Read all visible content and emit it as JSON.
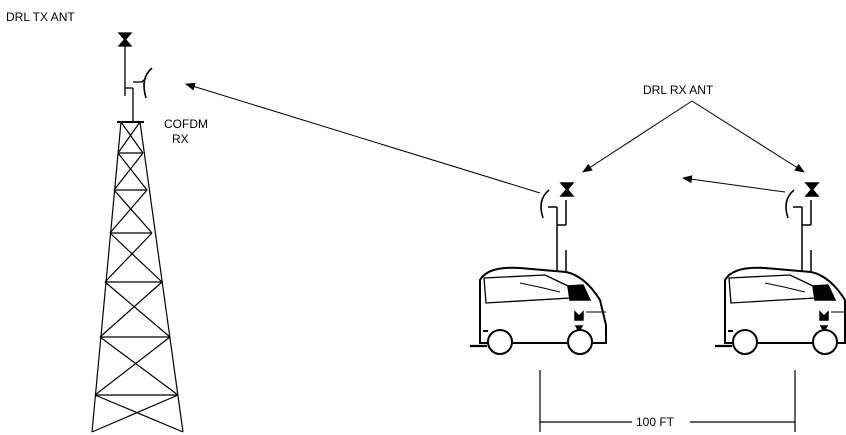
{
  "labels": {
    "tx_antenna": "DRL TX ANT",
    "cofdm_line1": "COFDM",
    "cofdm_line2": "RX",
    "rx_antenna": "DRL RX ANT",
    "distance": "100 FT"
  }
}
